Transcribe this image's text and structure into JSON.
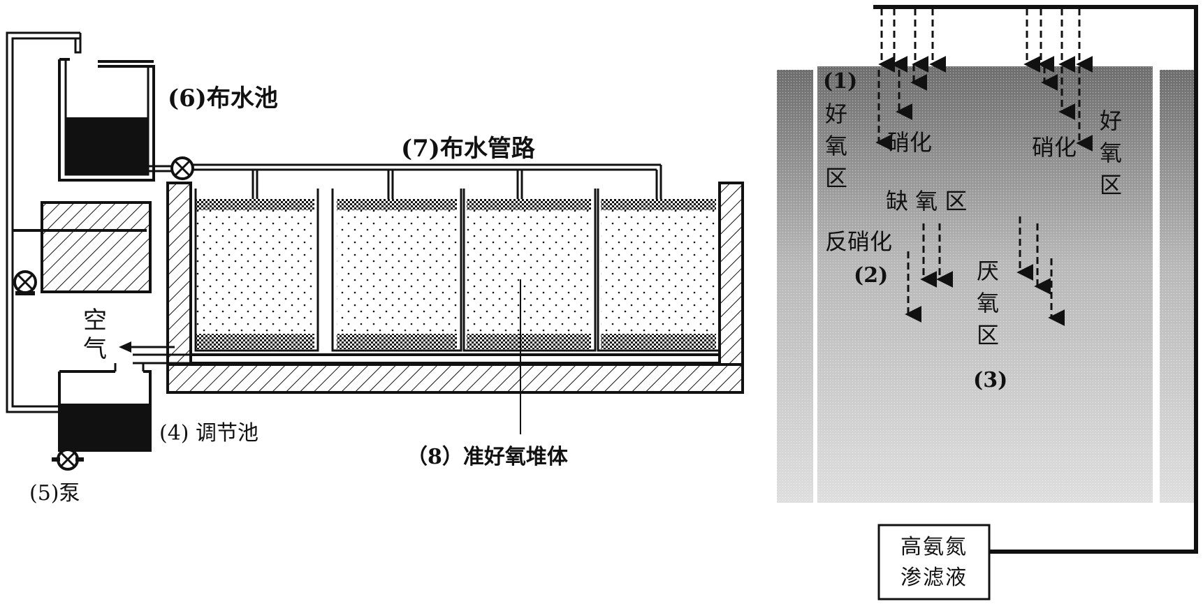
{
  "left_diagram": {
    "water_tank_label": "(6)布水池",
    "pipeline_label": "(7)布水管路",
    "air_label_line1": "空",
    "air_label_line2": "气",
    "regulating_tank_label": "(4) 调节池",
    "pump_label": "(5)泵",
    "pile_label": "（8）准好氧堆体"
  },
  "right_diagram": {
    "aerobic_left_num": "(1)",
    "aerobic_left_text": "好氧区",
    "aerobic_right_text": "好氧区",
    "nitrification_left": "硝化",
    "nitrification_right": "硝化",
    "anoxic_zone": "缺 氧 区",
    "denitrification": "反硝化",
    "anoxic_num": "(2)",
    "anaerobic_text": "厌氧区",
    "anaerobic_num": "(3)",
    "leachate_line1": "高氨氮",
    "leachate_line2": "渗滤液"
  },
  "colors": {
    "line": "#111111",
    "liquid": "#111111",
    "gradient_top": "#6e6e6e",
    "gradient_bottom": "#dcdcdc"
  }
}
